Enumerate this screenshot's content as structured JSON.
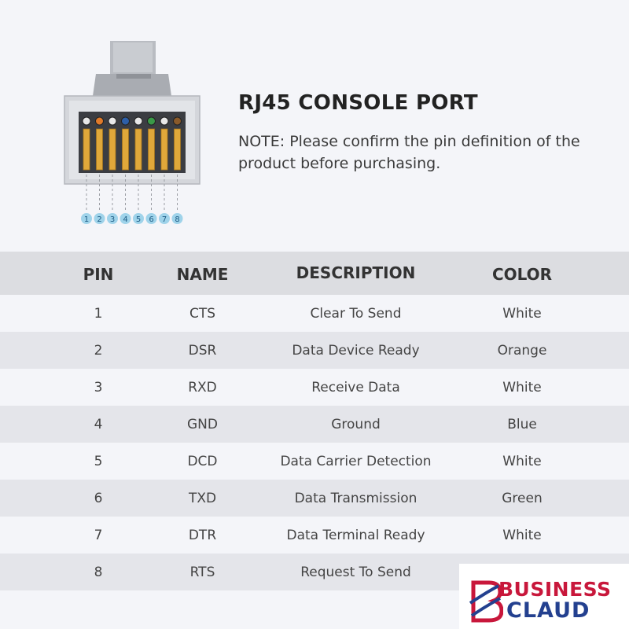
{
  "header": {
    "title": "RJ45 CONSOLE PORT",
    "note_label": "NOTE:",
    "note_text": " Please confirm the pin definition of the product before purchasing."
  },
  "connector": {
    "pin_numbers": [
      "1",
      "2",
      "3",
      "4",
      "5",
      "6",
      "7",
      "8"
    ],
    "wire_colors": [
      "#e8e8e8",
      "#e07a2a",
      "#e8e8e8",
      "#2d5fa8",
      "#e8e8e8",
      "#3a9a48",
      "#e8e8e8",
      "#8a5a2a"
    ]
  },
  "table": {
    "headers": {
      "pin": "PIN",
      "name": "NAME",
      "description": "DESCRIPTION",
      "color": "COLOR"
    },
    "rows": [
      {
        "pin": "1",
        "name": "CTS",
        "description": "Clear To Send",
        "color": "White"
      },
      {
        "pin": "2",
        "name": "DSR",
        "description": "Data Device Ready",
        "color": "Orange"
      },
      {
        "pin": "3",
        "name": "RXD",
        "description": "Receive Data",
        "color": "White"
      },
      {
        "pin": "4",
        "name": "GND",
        "description": "Ground",
        "color": "Blue"
      },
      {
        "pin": "5",
        "name": "DCD",
        "description": "Data Carrier Detection",
        "color": "White"
      },
      {
        "pin": "6",
        "name": "TXD",
        "description": "Data Transmission",
        "color": "Green"
      },
      {
        "pin": "7",
        "name": "DTR",
        "description": "Data Terminal Ready",
        "color": "White"
      },
      {
        "pin": "8",
        "name": "RTS",
        "description": "Request To Send",
        "color": ""
      }
    ]
  },
  "logo": {
    "line1": "BUSINESS",
    "line2": "CLAUD"
  }
}
